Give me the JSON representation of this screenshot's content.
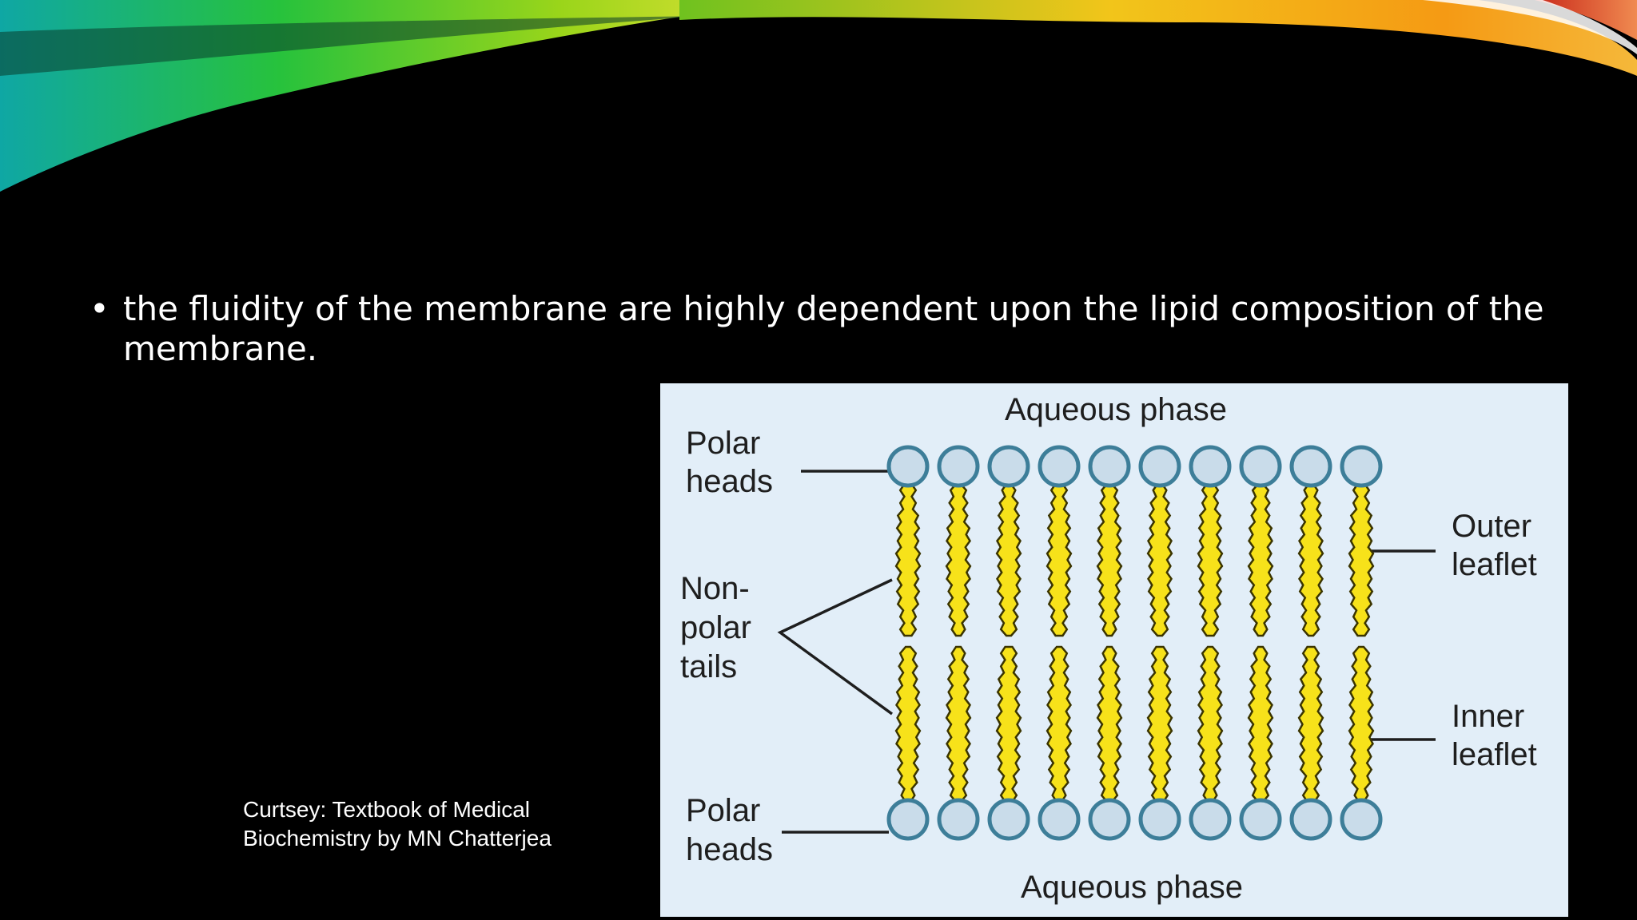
{
  "slide": {
    "bullet_text": "the fluidity of the membrane are highly dependent upon the lipid composition of the membrane.",
    "credit_line1": "Curtsey: Textbook of Medical",
    "credit_line2": "Biochemistry by MN Chatterjea"
  },
  "diagram": {
    "aqueous_top": "Aqueous phase",
    "aqueous_bottom": "Aqueous phase",
    "polar_heads_top": [
      "Polar",
      "heads"
    ],
    "polar_heads_bottom": [
      "Polar",
      "heads"
    ],
    "nonpolar_tails": [
      "Non-",
      "polar",
      "tails"
    ],
    "outer_leaflet": [
      "Outer",
      "leaflet"
    ],
    "inner_leaflet": [
      "Inner",
      "leaflet"
    ],
    "lipid_count": 10
  },
  "colors": {
    "slide_background": "#000000",
    "figure_background": "#e2eef8",
    "head_fill": "#c9dcea",
    "head_stroke": "#3d7e99",
    "tail_fill": "#f7e21a",
    "tail_stroke": "#3a3400"
  }
}
